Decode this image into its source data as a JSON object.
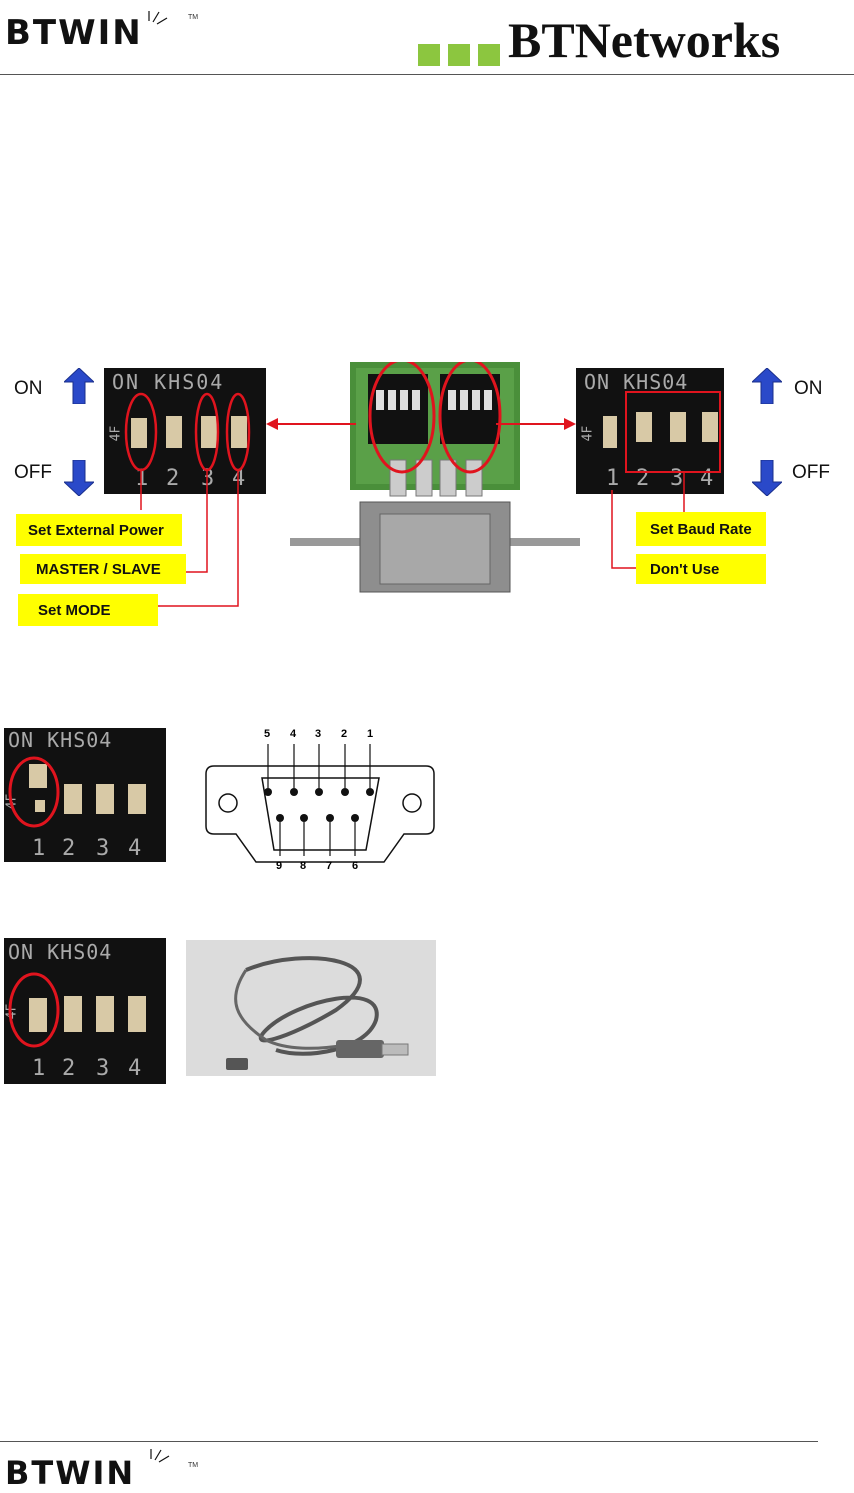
{
  "header": {
    "logo": "BTWIN",
    "tm": "TM",
    "brand": "BTNetworks"
  },
  "footer": {
    "logo": "BTWIN",
    "tm": "TM"
  },
  "dip": {
    "top_text": "ON KHS04",
    "side_text": "4F",
    "numbers": [
      "1",
      "2",
      "3",
      "4"
    ]
  },
  "labels": {
    "on_left": "ON",
    "off_left": "OFF",
    "on_right": "ON",
    "off_right": "OFF",
    "set_external_power": "Set External Power",
    "master_slave": "MASTER / SLAVE",
    "set_mode": "Set MODE",
    "set_baud_rate": "Set Baud Rate",
    "dont_use": "Don't Use"
  },
  "db9": {
    "top_pins": [
      "5",
      "4",
      "3",
      "2",
      "1"
    ],
    "bottom_pins": [
      "9",
      "8",
      "7",
      "6"
    ]
  },
  "colors": {
    "highlight": "#ffff00",
    "annotation_red": "#e0141e",
    "arrow_blue": "#2a49c9",
    "brand_green": "#8cc63f"
  }
}
